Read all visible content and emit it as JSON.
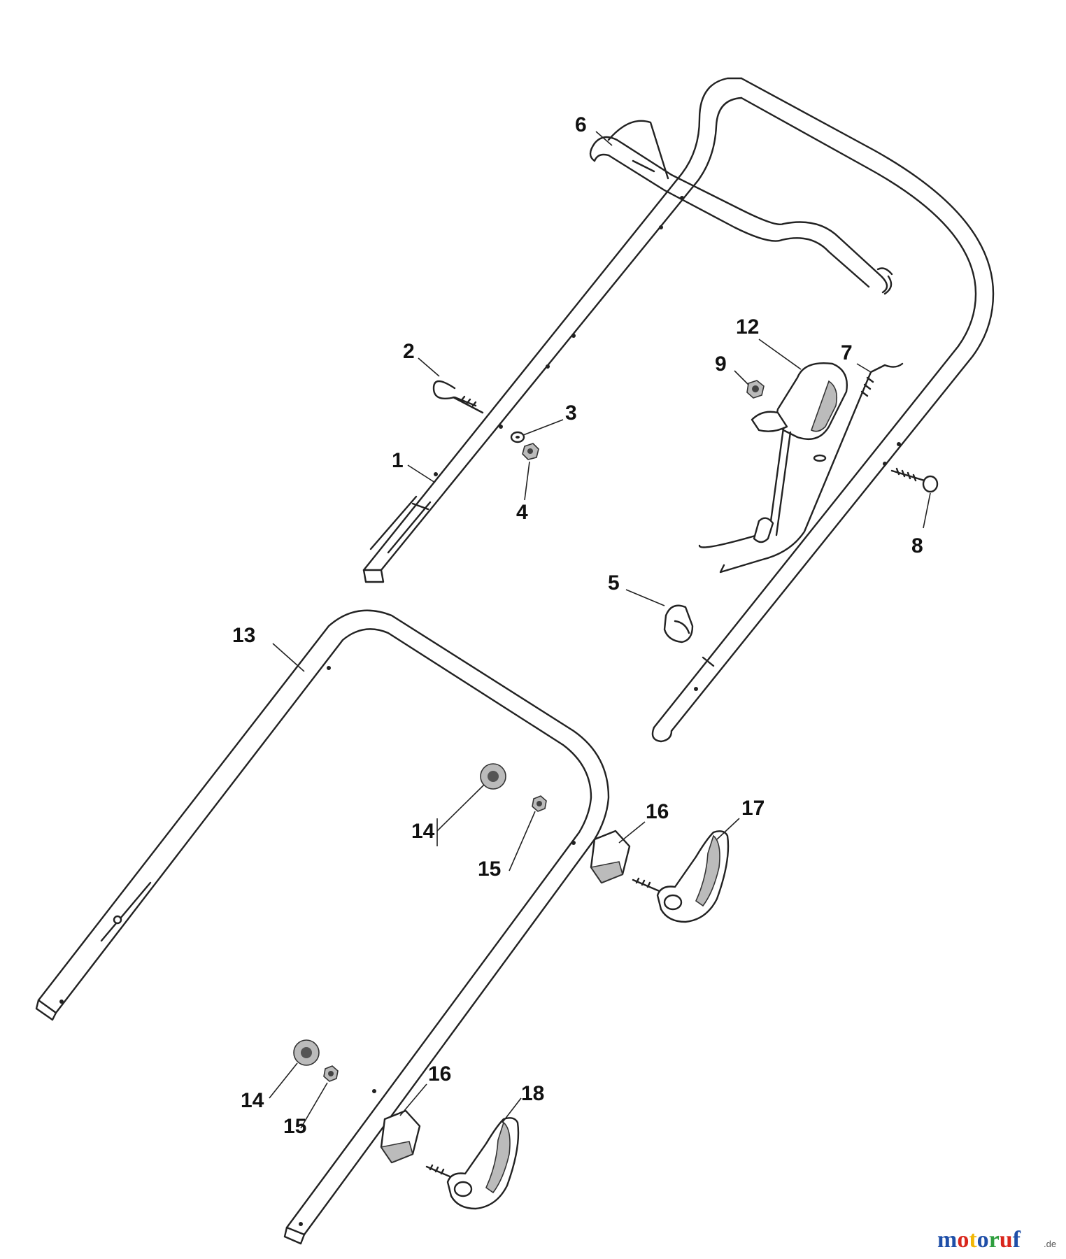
{
  "callouts": [
    {
      "id": "c1",
      "label": "1"
    },
    {
      "id": "c2",
      "label": "2"
    },
    {
      "id": "c3",
      "label": "3"
    },
    {
      "id": "c4",
      "label": "4"
    },
    {
      "id": "c5",
      "label": "5"
    },
    {
      "id": "c6",
      "label": "6"
    },
    {
      "id": "c7",
      "label": "7"
    },
    {
      "id": "c8",
      "label": "8"
    },
    {
      "id": "c9",
      "label": "9"
    },
    {
      "id": "c12",
      "label": "12"
    },
    {
      "id": "c13",
      "label": "13"
    },
    {
      "id": "c14a",
      "label": "14"
    },
    {
      "id": "c14b",
      "label": "14"
    },
    {
      "id": "c15a",
      "label": "15"
    },
    {
      "id": "c15b",
      "label": "15"
    },
    {
      "id": "c16a",
      "label": "16"
    },
    {
      "id": "c16b",
      "label": "16"
    },
    {
      "id": "c17",
      "label": "17"
    },
    {
      "id": "c18",
      "label": "18"
    }
  ],
  "watermark": {
    "letters": [
      {
        "ch": "m",
        "color": "#1f4fa8"
      },
      {
        "ch": "o",
        "color": "#d9261c"
      },
      {
        "ch": "t",
        "color": "#f2b705"
      },
      {
        "ch": "o",
        "color": "#1f4fa8"
      },
      {
        "ch": "r",
        "color": "#2e9e3e"
      },
      {
        "ch": "u",
        "color": "#d9261c"
      },
      {
        "ch": "f",
        "color": "#1f4fa8"
      }
    ],
    "suffix": ".de"
  }
}
